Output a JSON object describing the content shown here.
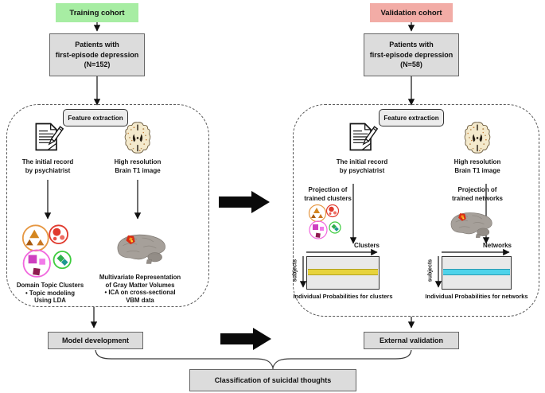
{
  "colors": {
    "green": "#a7eda3",
    "pink": "#f2aca6",
    "boxgray": "#dcdcdc",
    "pillgray": "#ececec",
    "matrixgray": "#e9e9e9",
    "yellow": "#e7d33c",
    "cyan": "#4ed3ea"
  },
  "shared": {
    "feature_extraction": "Feature extraction",
    "record_caption": "The initial record\nby psychiatrist",
    "t1_caption": "High resolution\nBrain T1 image"
  },
  "training": {
    "cohort_label": "Training cohort",
    "patients_label": "Patients with\nfirst-episode depression\n(N=152)"
  },
  "validation": {
    "cohort_label": "Validation cohort",
    "patients_label": "Patients with\nfirst-episode depression\n(N=58)"
  },
  "left_panel": {
    "clusters_caption": "Domain Topic Clusters\n•    Topic modeling\nUsing LDA",
    "gmv_caption": "Multivariate Representation\nof Gray Matter Volumes\n•    ICA on cross-sectional\nVBM data"
  },
  "right_panel": {
    "proj_clusters": "Projection of\ntrained clusters",
    "proj_networks": "Projection of\ntrained networks",
    "clusters_axis": "Clusters",
    "networks_axis": "Networks",
    "subjects_label": "subjects",
    "prob_clusters": "Individual Probabilities for clusters",
    "prob_networks": "Individual Probabilities for networks"
  },
  "bottom": {
    "model_dev": "Model development",
    "external_val": "External validation",
    "classification": "Classification of suicidal thoughts"
  }
}
